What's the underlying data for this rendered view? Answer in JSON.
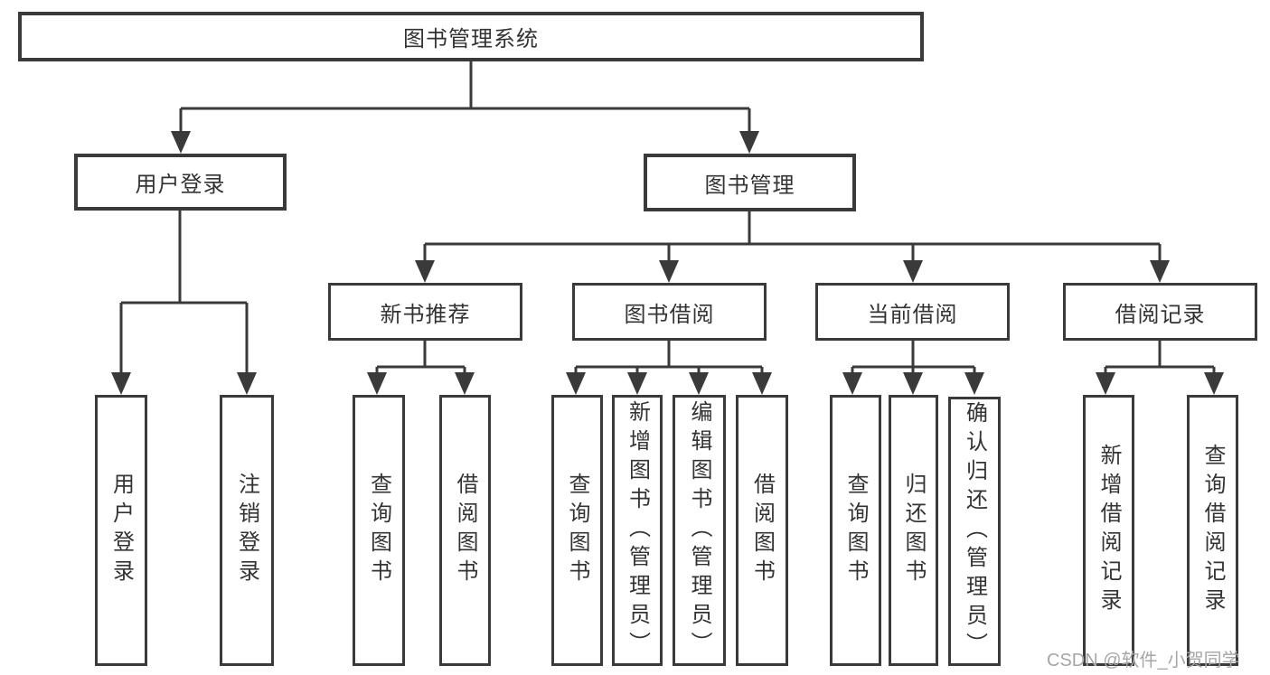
{
  "diagram_type": "hierarchy-tree",
  "colors": {
    "line": "#3a3a3a",
    "box_border": "#3a3a3a",
    "text": "#333333",
    "watermark": "#a6a6a6",
    "background": "#ffffff"
  },
  "tree": {
    "label": "图书管理系统",
    "children": [
      {
        "label": "用户登录",
        "children": [
          {
            "label": "用户登录"
          },
          {
            "label": "注销登录"
          }
        ]
      },
      {
        "label": "图书管理",
        "children": [
          {
            "label": "新书推荐",
            "children": [
              {
                "label": "查询图书"
              },
              {
                "label": "借阅图书"
              }
            ]
          },
          {
            "label": "图书借阅",
            "children": [
              {
                "label": "查询图书"
              },
              {
                "label": "新增图书（管理员）"
              },
              {
                "label": "编辑图书（管理员）"
              },
              {
                "label": "借阅图书"
              }
            ]
          },
          {
            "label": "当前借阅",
            "children": [
              {
                "label": "查询图书"
              },
              {
                "label": "归还图书"
              },
              {
                "label": "确认归还（管理员）"
              }
            ]
          },
          {
            "label": "借阅记录",
            "children": [
              {
                "label": "新增借阅记录"
              },
              {
                "label": "查询借阅记录"
              }
            ]
          }
        ]
      }
    ]
  },
  "watermark": {
    "text": "CSDN @软件_小贺同学"
  }
}
